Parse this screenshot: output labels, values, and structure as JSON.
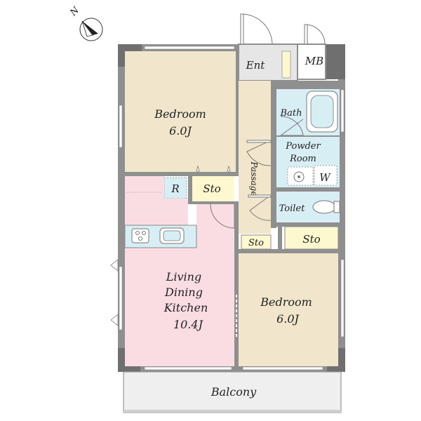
{
  "compass": {
    "label": "N",
    "icon": "north-arrow-icon"
  },
  "rooms": {
    "entrance": {
      "label": "Ent"
    },
    "meter_box": {
      "label": "MB"
    },
    "bedroom_north": {
      "name": "Bedroom",
      "size": "6.0J"
    },
    "passage": {
      "label": "Passage"
    },
    "bath": {
      "label": "Bath"
    },
    "powder_room": {
      "line1": "Powder",
      "line2": "Room",
      "washer": "W"
    },
    "refrigerator": {
      "label": "R"
    },
    "storage_north": {
      "label": "Sto"
    },
    "toilet": {
      "label": "Toilet"
    },
    "storage_passage": {
      "label": "Sto"
    },
    "storage_east": {
      "label": "Sto"
    },
    "ldk": {
      "line1": "Living",
      "line2": "Dining",
      "line3": "Kitchen",
      "size": "10.4J"
    },
    "bedroom_south": {
      "name": "Bedroom",
      "size": "6.0J"
    },
    "balcony": {
      "label": "Balcony"
    }
  },
  "colors": {
    "bedroom": "#f1e6cb",
    "ldk": "#fadde3",
    "wet_area": "#d8eef5",
    "storage": "#fdf8cf",
    "circulation": "#f1e6cb",
    "entrance": "#e6e6e6",
    "balcony": "#efefef",
    "wall": "#8f8f8f"
  }
}
